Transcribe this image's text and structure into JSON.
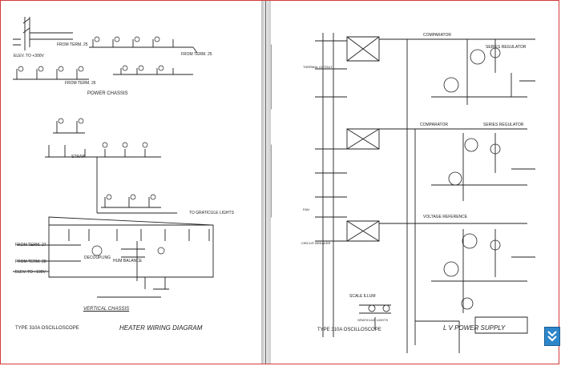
{
  "left_page": {
    "section_power": "POWER CHASSIS",
    "section_vertical": "VERTICAL CHASSIS",
    "footer_model": "TYPE 310A OSCILLOSCOPE",
    "footer_title": "HEATER WIRING DIAGRAM",
    "labels": {
      "from_term_25a": "FROM TERM. 25",
      "from_term_25b": "FROM TERM. 25",
      "from_term_26": "FROM TERM. 26",
      "from_term_27": "FROM TERM. 27",
      "from_term_28": "FROM TERM. 28",
      "elev_1300": "ELEV. TO +300V",
      "elev_100": "ELEV. TO +100V",
      "to_graticule": "TO GRATICULE LIGHTS",
      "hum_balance": "HUM BALANCE",
      "strap": "STRAP",
      "decoupling": "DECOUPLING"
    }
  },
  "right_page": {
    "footer_model": "TYPE 310A OSCILLOSCOPE",
    "footer_title": "L V POWER SUPPLY",
    "labels": {
      "comparator_1": "COMPARATOR",
      "comparator_2": "COMPARATOR",
      "series_reg_1": "SERIES REGULATOR",
      "series_reg_2": "SERIES REGULATOR",
      "voltage_ref": "VOLTAGE REFERENCE",
      "graticule_lights": "GRATICULE LIGHTS",
      "scale_illum": "SCALE ILLUM",
      "thermal_cutout": "THERMAL CUTOUT",
      "fan": "FAN",
      "circuit_breaker": "CIRCUIT BREAKER"
    }
  },
  "colors": {
    "frame": "#d43a3a",
    "scroll_button": "#2d86c9",
    "ink": "#222222"
  },
  "icons": {
    "scroll_down": "double-chevron-down-icon"
  }
}
